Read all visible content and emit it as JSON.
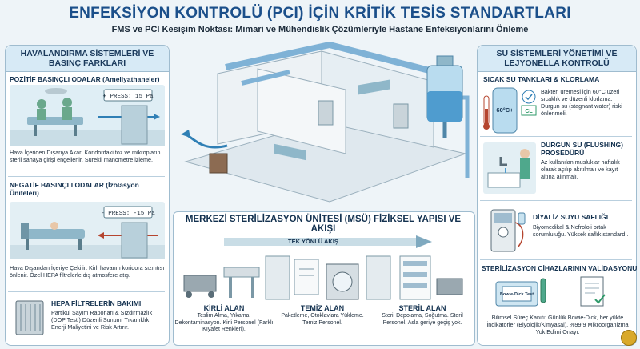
{
  "header": {
    "title": "ENFEKSİYON KONTROLÜ (PCI) İÇİN KRİTİK TESİS STANDARTLARI",
    "subtitle": "FMS ve PCI Kesişim Noktası: Mimari ve Mühendislik Çözümleriyle Hastane Enfeksiyonlarını Önleme"
  },
  "left_panel": {
    "heading": "HAVALANDIRMA SİSTEMLERİ VE BASINÇ FARKLARI",
    "positive": {
      "title": "POZİTİF BASINÇLI ODALAR (Ameliyathaneler)",
      "gauge": "+ PRESS: 15 Pa",
      "text": "Hava İçeriden Dışarıya Akar: Koridordaki toz ve mikropların steril sahaya girişi engellenir. Sürekli manometre izleme."
    },
    "negative": {
      "title": "NEGATİF BASINÇLI ODALAR (İzolasyon Üniteleri)",
      "gauge": "- PRESS: -15 Pa",
      "text": "Hava Dışarıdan İçeriye Çekilir: Kirli havanın koridora sızıntısı önlenir. Özel HEPA filtrelerle dış atmosfere atış."
    },
    "hepa": {
      "title": "HEPA FİLTRELERİN BAKIMI",
      "text": "Partikül Sayım Raporları & Sızdırmazlık (DOP Testi) Düzenli Sunum. Tıkanıklık Enerji Maliyetini ve Risk Artırır."
    }
  },
  "right_panel": {
    "heading": "SU SİSTEMLERİ YÖNETİMİ VE LEJYONELLA KONTROLÜ",
    "hot_water": {
      "title": "SICAK SU TANKLARI & KLORLAMA",
      "temp": "60°C+",
      "chem": "CL",
      "text": "Bakteri üremesi için 60°C üzeri sıcaklık ve düzenli klorlama. Durgun su (stagnant water) riski önlenmeli."
    },
    "flushing": {
      "title": "DURGUN SU (FLUSHING) PROSEDÜRÜ",
      "text": "Az kullanılan musluklar haftalık olarak açılıp akıtılmalı ve kayıt altına alınmalı."
    },
    "dialysis": {
      "title": "DİYALİZ SUYU SAFLIĞI",
      "text": "Biyomedikal & Nefroloji ortak sorumluluğu. Yüksek saflık standardı."
    },
    "validation": {
      "title": "STERİLİZASYON CİHAZLARININ VALİDASYONU",
      "pack_label": "Bowie-Dick Test",
      "text": "Bilimsel Süreç Kanıtı: Günlük Bowie-Dick, her yükte İndikatörler (Biyolojik/Kimyasal), %99.9 Mikroorganizma Yok Edimi Onayı."
    }
  },
  "msu": {
    "heading": "MERKEZİ STERİLİZASYON ÜNİTESİ (MSÜ) FİZİKSEL YAPISI VE AKIŞI",
    "flow_label": "TEK YÖNLÜ AKIŞ",
    "dirty": {
      "title": "KİRLİ ALAN",
      "text": "Teslim Alma, Yıkama, Dekontaminasyon. Kirli Personel (Farklı Kıyafet Renkleri)."
    },
    "clean": {
      "title": "TEMİZ ALAN",
      "text": "Paketleme, Otoklavlara Yükleme. Temiz Personel."
    },
    "sterile": {
      "title": "STERİL ALAN",
      "text": "Steril Depolama, Soğutma. Steril Personel. Asla geriye geçiş yok."
    }
  },
  "colors": {
    "accent": "#1b4f8a",
    "panel_head": "#d7eaf6",
    "pipe": "#7fb2d6",
    "dirty": "#b5452f",
    "clean": "#2f7fb5",
    "sterile": "#2f9a6a"
  }
}
